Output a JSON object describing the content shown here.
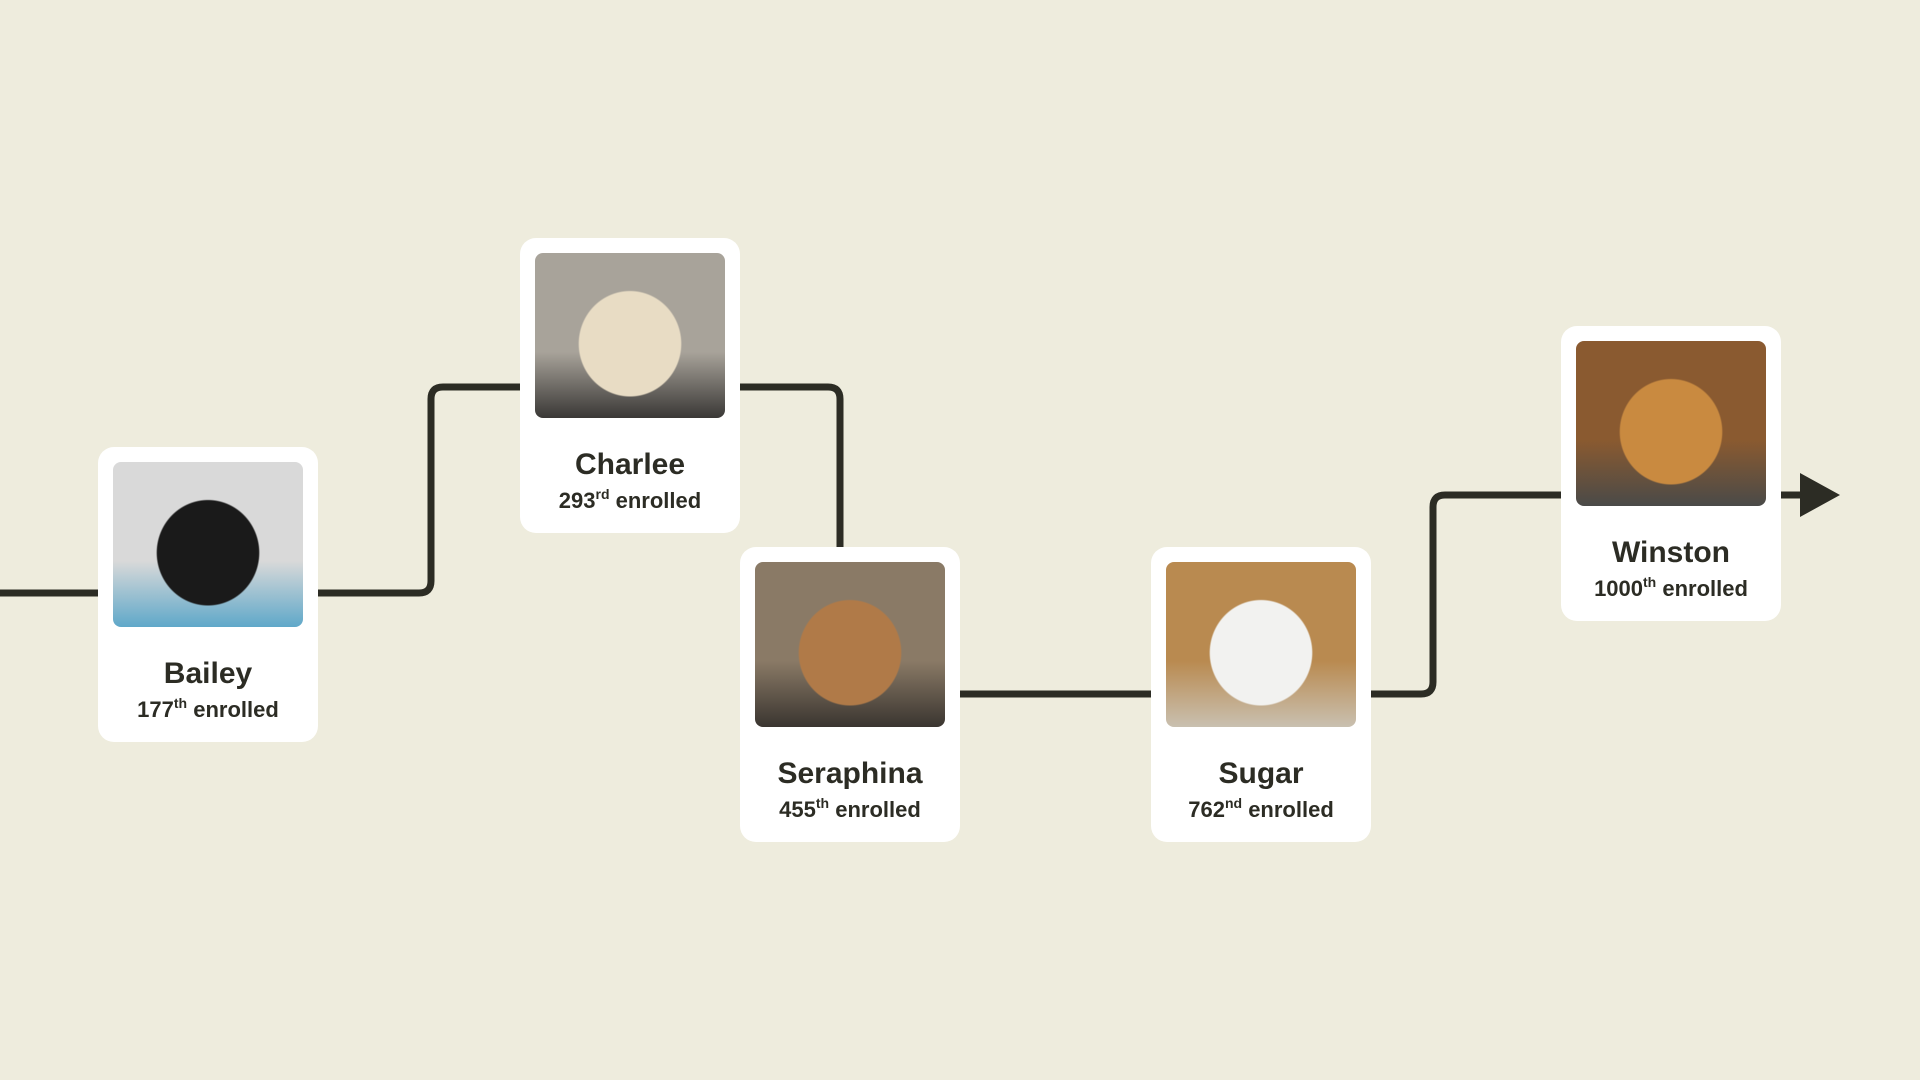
{
  "colors": {
    "background": "#eeecdd",
    "line": "#2c2c24",
    "card": "#ffffff"
  },
  "timeline": {
    "direction-icon": "arrow-right-icon"
  },
  "dogs": [
    {
      "name": "Bailey",
      "number": "177",
      "suffix": "th",
      "label": "enrolled",
      "photo": [
        "#d9d9d9",
        "#1a1a1a",
        "#5fa8c9"
      ]
    },
    {
      "name": "Charlee",
      "number": "293",
      "suffix": "rd",
      "label": "enrolled",
      "photo": [
        "#a8a39a",
        "#e8dcc4",
        "#3a3836"
      ]
    },
    {
      "name": "Seraphina",
      "number": "455",
      "suffix": "th",
      "label": "enrolled",
      "photo": [
        "#8a7a66",
        "#b07a48",
        "#3a3530"
      ]
    },
    {
      "name": "Sugar",
      "number": "762",
      "suffix": "nd",
      "label": "enrolled",
      "photo": [
        "#b98a50",
        "#f2f2f0",
        "#c9c0b0"
      ]
    },
    {
      "name": "Winston",
      "number": "1000",
      "suffix": "th",
      "label": "enrolled",
      "photo": [
        "#8a5a30",
        "#c98a40",
        "#4a4a48"
      ]
    }
  ]
}
